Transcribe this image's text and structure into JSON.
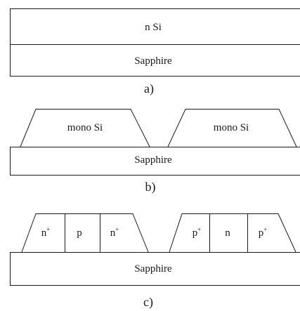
{
  "panels": {
    "a": {
      "caption": "a)",
      "top_layer": "n Si",
      "substrate": "Sapphire"
    },
    "b": {
      "caption": "b)",
      "island_left": "mono Si",
      "island_right": "mono Si",
      "substrate": "Sapphire"
    },
    "c": {
      "caption": "c)",
      "substrate": "Sapphire",
      "left_island": [
        {
          "base": "n",
          "sup": "+"
        },
        {
          "base": "p",
          "sup": ""
        },
        {
          "base": "n",
          "sup": "+"
        }
      ],
      "right_island": [
        {
          "base": "p",
          "sup": "+"
        },
        {
          "base": "n",
          "sup": ""
        },
        {
          "base": "p",
          "sup": "+"
        }
      ]
    }
  },
  "colors": {
    "line": "#1a1a1a",
    "background": "#ffffff"
  }
}
